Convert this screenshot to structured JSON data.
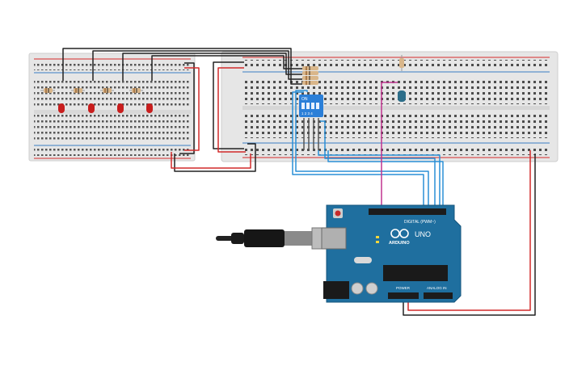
{
  "colors": {
    "breadboard": "#e6e6e6",
    "breadboard_hole": "#4d4d4d",
    "rail_red": "#d62b2b",
    "rail_blue": "#3b7fc4",
    "wire_black": "#222222",
    "wire_red": "#d22a2a",
    "wire_blue": "#2a8fd6",
    "wire_magenta": "#c1338f",
    "led_red": "#c81e1e",
    "arduino_board": "#1f6f9f",
    "dip_switch": "#2b7fd8",
    "resistor_body": "#d9b68a",
    "potentiometer": "#2c6e8a"
  },
  "components": {
    "leds": [
      {
        "name": "led-1",
        "color": "red"
      },
      {
        "name": "led-2",
        "color": "red"
      },
      {
        "name": "led-3",
        "color": "red"
      },
      {
        "name": "led-4",
        "color": "red"
      }
    ],
    "resistor_count": 8,
    "dip_switch_label": "ON",
    "dip_switch_numbers": "1 2 3 4",
    "usb_cable": "usb-b",
    "power_jack": "dc-barrel-jack"
  },
  "arduino": {
    "brand": "ARDUINO",
    "model": "UNO",
    "digital_label": "DIGITAL (PWM~)",
    "power_label": "POWER",
    "analog_label": "ANALOG IN"
  }
}
